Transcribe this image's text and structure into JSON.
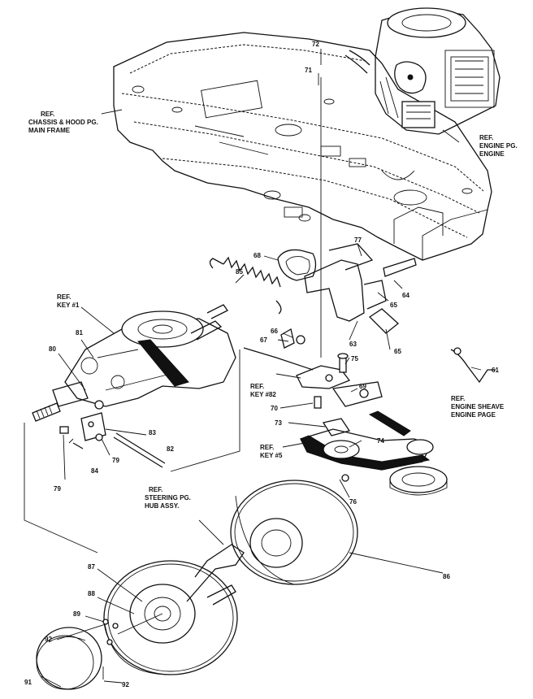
{
  "references": {
    "chassis": [
      "REF.",
      "CHASSIS & HOOD PG.",
      "MAIN FRAME"
    ],
    "engine": [
      "REF.",
      "ENGINE PG.",
      "ENGINE"
    ],
    "key1": [
      "REF.",
      "KEY #1"
    ],
    "key82": [
      "REF.",
      "KEY #82"
    ],
    "key5": [
      "REF.",
      "KEY #5"
    ],
    "sheave": [
      "REF.",
      "ENGINE SHEAVE",
      "ENGINE PAGE"
    ],
    "steering": [
      "REF.",
      "STEERING PG.",
      "HUB ASSY."
    ]
  },
  "parts": {
    "p72": "72",
    "p71": "71",
    "p68": "68",
    "p77": "77",
    "p85": "85",
    "p65a": "65",
    "p64": "64",
    "p66": "66",
    "p67": "67",
    "p63": "63",
    "p65b": "65",
    "p75": "75",
    "p61": "61",
    "p69": "69",
    "p70": "70",
    "p73": "73",
    "p74": "74",
    "p76": "76",
    "p81": "81",
    "p80": "80",
    "p83": "83",
    "p82": "82",
    "p79a": "79",
    "p84": "84",
    "p79b": "79",
    "p86": "86",
    "p87": "87",
    "p88": "88",
    "p89": "89",
    "p92a": "92",
    "p91": "91",
    "p92b": "92"
  }
}
